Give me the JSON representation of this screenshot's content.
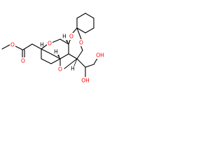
{
  "molecule": {
    "oxygen_color": "#ff0000",
    "carbon_color": "#000000",
    "atoms": {
      "ester_o_methoxy": "O",
      "ester_o_carbonyl": "O",
      "ring_o_upper": "O",
      "ring_o_lower": "O",
      "dioxolane_o_left": "O",
      "dioxolane_o_right": "O",
      "hydroxyl_terminal": "OH",
      "hydroxyl_secondary": "OH",
      "stereo_h_top": "H",
      "stereo_h_mid": "H",
      "stereo_h_lower": "H",
      "stereo_h_ring": "H"
    }
  }
}
